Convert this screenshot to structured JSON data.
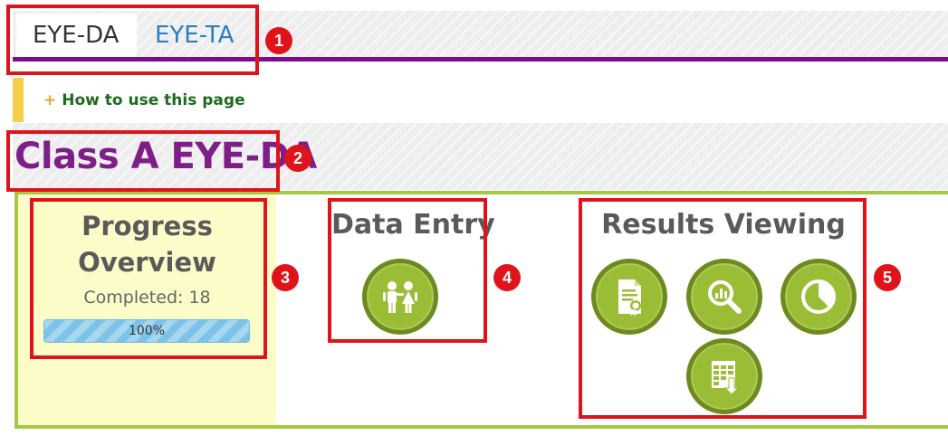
{
  "tabs": [
    {
      "label": "EYE-DA",
      "active": true
    },
    {
      "label": "EYE-TA",
      "active": false
    }
  ],
  "howto": {
    "plus": "+",
    "label": "How to use this page"
  },
  "page": {
    "title": "Class A EYE-DA"
  },
  "progress": {
    "title": "Progress Overview",
    "completed_label": "Completed: 18",
    "percent": 100,
    "percent_label": "100%"
  },
  "data_entry": {
    "title": "Data Entry",
    "buttons": [
      {
        "icon": "children-icon"
      }
    ]
  },
  "results": {
    "title": "Results Viewing",
    "buttons": [
      {
        "icon": "certificate-document-icon"
      },
      {
        "icon": "magnify-chart-icon"
      },
      {
        "icon": "pie-chart-icon"
      },
      {
        "icon": "spreadsheet-download-icon"
      }
    ]
  },
  "annotations": [
    "1",
    "2",
    "3",
    "4",
    "5"
  ],
  "colors": {
    "tab_underline": "#7c0c8c",
    "title": "#7e1e86",
    "accent_yellow": "#f5cf48",
    "dashboard_border": "#a4c844",
    "button_fill": "#9bbd35",
    "button_ring": "#6c8a1e",
    "progress_fill": "#7dc2e8",
    "annotation_red": "#e0131b"
  }
}
